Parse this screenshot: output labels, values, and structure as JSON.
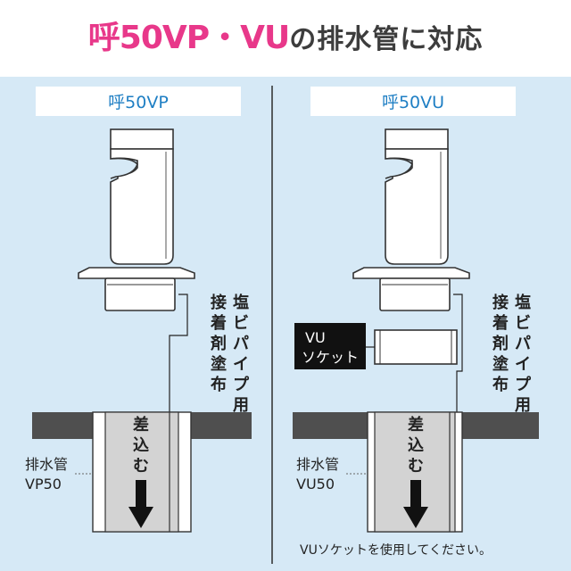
{
  "title": {
    "highlight": "呼50VP・VU",
    "rest": "の排水管に対応"
  },
  "left_panel": {
    "header": "呼50VP",
    "glue_label": [
      "塩",
      "ビ",
      "パ",
      "イ",
      "プ",
      "用"
    ],
    "glue_label2": [
      "接",
      "着",
      "剤",
      "塗",
      "布"
    ],
    "insert_label": [
      "差",
      "込",
      "む"
    ],
    "pipe_label_line1": "排水管",
    "pipe_label_line2": "VP50"
  },
  "right_panel": {
    "header": "呼50VU",
    "socket_badge_line1": "VU",
    "socket_badge_line2": "ソケット",
    "glue_label": [
      "塩",
      "ビ",
      "パ",
      "イ",
      "プ",
      "用"
    ],
    "glue_label2": [
      "接",
      "着",
      "剤",
      "塗",
      "布"
    ],
    "insert_label": [
      "差",
      "込",
      "む"
    ],
    "pipe_label_line1": "排水管",
    "pipe_label_line2": "VU50",
    "note": "VUソケットを使用してください。"
  },
  "colors": {
    "title_pink": "#e8388a",
    "title_text": "#3d3d3d",
    "panel_bg": "#d6e9f6",
    "header_text": "#1f7fc4",
    "floor": "#4f4f4f",
    "pipe_fill": "#d3d3d3",
    "badge_bg": "#111111"
  }
}
